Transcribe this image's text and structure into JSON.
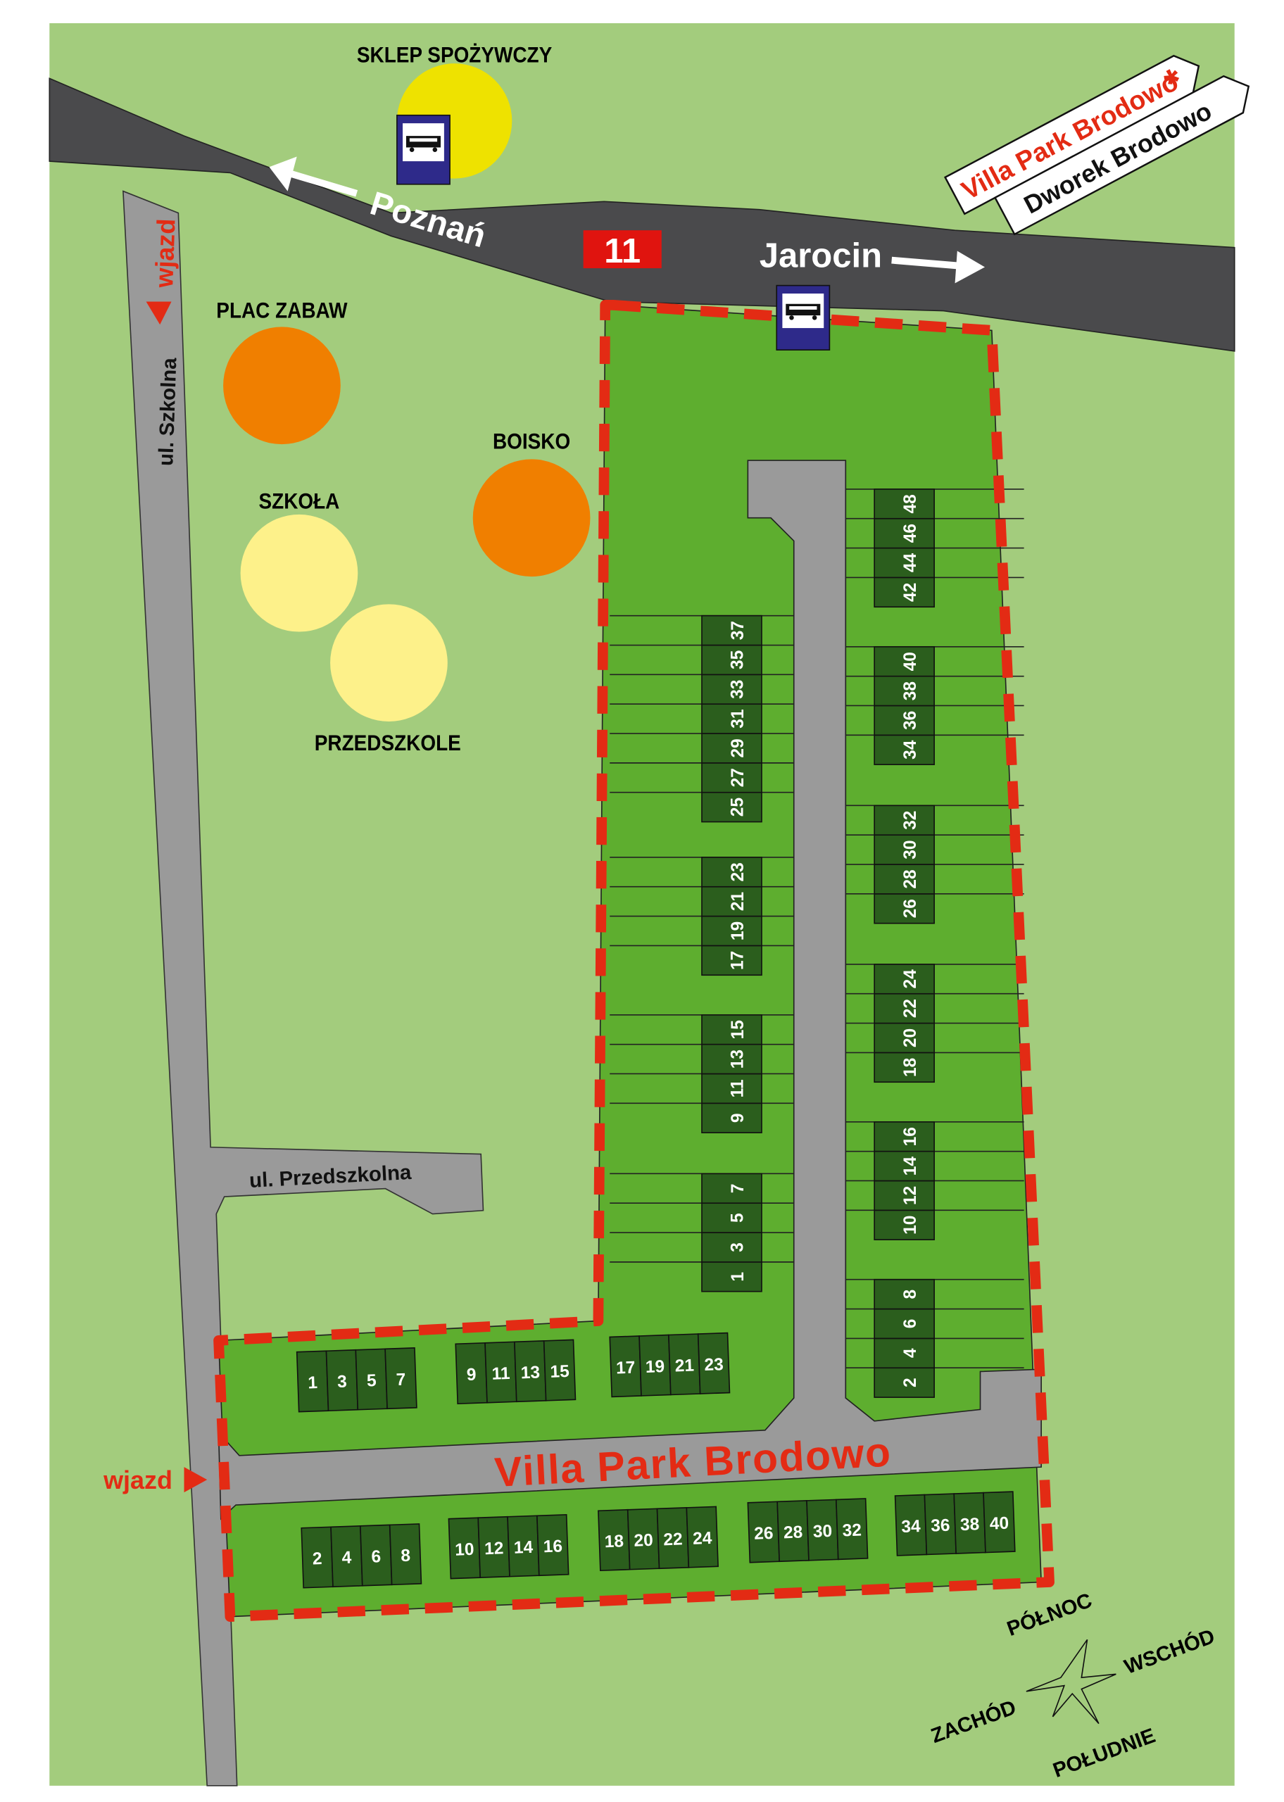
{
  "places": {
    "shop": "SKLEP SPOŻYWCZY",
    "playground": "PLAC ZABAW",
    "pitch": "BOISKO",
    "school": "SZKOŁA",
    "kindergarten": "PRZEDSZKOLE"
  },
  "roads": {
    "main_west": "Poznań",
    "main_east": "Jarocin",
    "route_number": "11",
    "szkolna": "ul. Szkolna",
    "przedszkolna": "ul. Przedszkolna",
    "estate_road": "Villa Park Brodowo"
  },
  "entrances": {
    "left": "wjazd",
    "top": "wjazd"
  },
  "signpost": {
    "top": "Villa Park Brodowo",
    "bottom": "Dworek Brodowo",
    "star": "*"
  },
  "compass": {
    "north": "PÓŁNOC",
    "east": "WSCHÓD",
    "south": "POŁUDNIE",
    "west": "ZACHÓD"
  },
  "colors": {
    "background": "#a3cc7d",
    "estate": "#5eae2f",
    "house": "#2b5e1d",
    "road": "#4a4a4c",
    "street": "#9a9a9a",
    "boundary": "#e32b14",
    "shop": "#eee200",
    "orange": "#f07f00",
    "pale": "#fdf18a",
    "bus_stop": "#2e2a8a"
  },
  "house_groups": [
    [
      "1",
      "3",
      "5",
      "7"
    ],
    [
      "9",
      "11",
      "13",
      "15"
    ],
    [
      "17",
      "19",
      "21",
      "23"
    ],
    [
      "2",
      "4",
      "6",
      "8"
    ],
    [
      "10",
      "12",
      "14",
      "16"
    ],
    [
      "18",
      "20",
      "22",
      "24"
    ],
    [
      "26",
      "28",
      "30",
      "32"
    ],
    [
      "34",
      "36",
      "38",
      "40"
    ],
    [
      "1",
      "3",
      "5",
      "7"
    ],
    [
      "9",
      "11",
      "13",
      "15"
    ],
    [
      "17",
      "19",
      "21",
      "23"
    ],
    [
      "25",
      "27",
      "29",
      "31",
      "33",
      "35",
      "37"
    ],
    [
      "2",
      "4",
      "6",
      "8"
    ],
    [
      "10",
      "12",
      "14",
      "16"
    ],
    [
      "18",
      "20",
      "22",
      "24"
    ],
    [
      "26",
      "28",
      "30",
      "32"
    ],
    [
      "34",
      "36",
      "38",
      "40"
    ],
    [
      "42",
      "44",
      "46",
      "48"
    ]
  ]
}
